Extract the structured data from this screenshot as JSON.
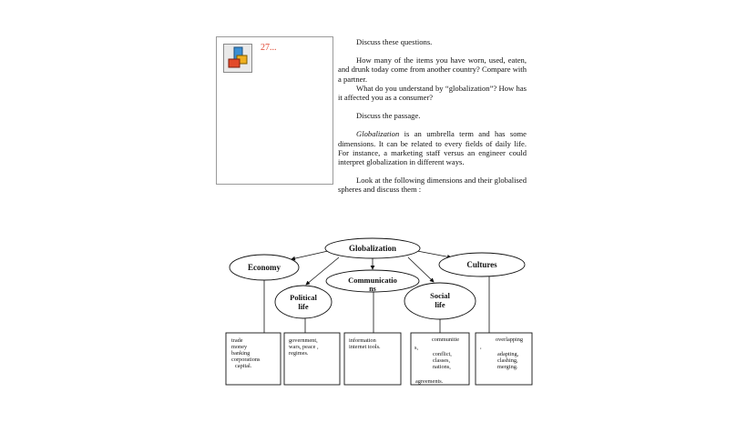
{
  "sidebar": {
    "page_number": "27..."
  },
  "intro": {
    "discuss": "Discuss these questions.",
    "q1": "How many of the items you have worn, used, eaten, and drunk today come from another country? Compare with a partner.",
    "q2": "What do you understand by “globalization”? How has it affected you as a consumer?",
    "discuss_passage": "Discuss the passage.",
    "passage_term": "Globalization",
    "passage_rest": " is an umbrella term and has some dimensions. It can be related to every fields of daily life. For instance, a marketing staff versus an engineer could interpret globalization in different ways.",
    "look": "Look at the following dimensions and their globalised spheres and discuss them :"
  },
  "diagram": {
    "center": "Globalization",
    "nodes": {
      "economy": "Economy",
      "cultures": "Cultures",
      "communications_1": "Communicatio",
      "communications_2": "ns",
      "political_1": "Political",
      "political_2": "life",
      "social_1": "Social",
      "social_2": "life"
    },
    "boxes": {
      "economy": [
        "trade",
        "money",
        "banking",
        "corporations",
        "capital."
      ],
      "political": [
        "government,",
        "wars, peace ,",
        "regimes."
      ],
      "communications": [
        "information",
        "internet tools."
      ],
      "social": [
        "communitie",
        "s,",
        "conflict,",
        "classes,",
        "nations,",
        "agreements."
      ],
      "cultures": [
        "overlapping",
        ",",
        "adapting,",
        "clashing,",
        "merging."
      ]
    }
  }
}
